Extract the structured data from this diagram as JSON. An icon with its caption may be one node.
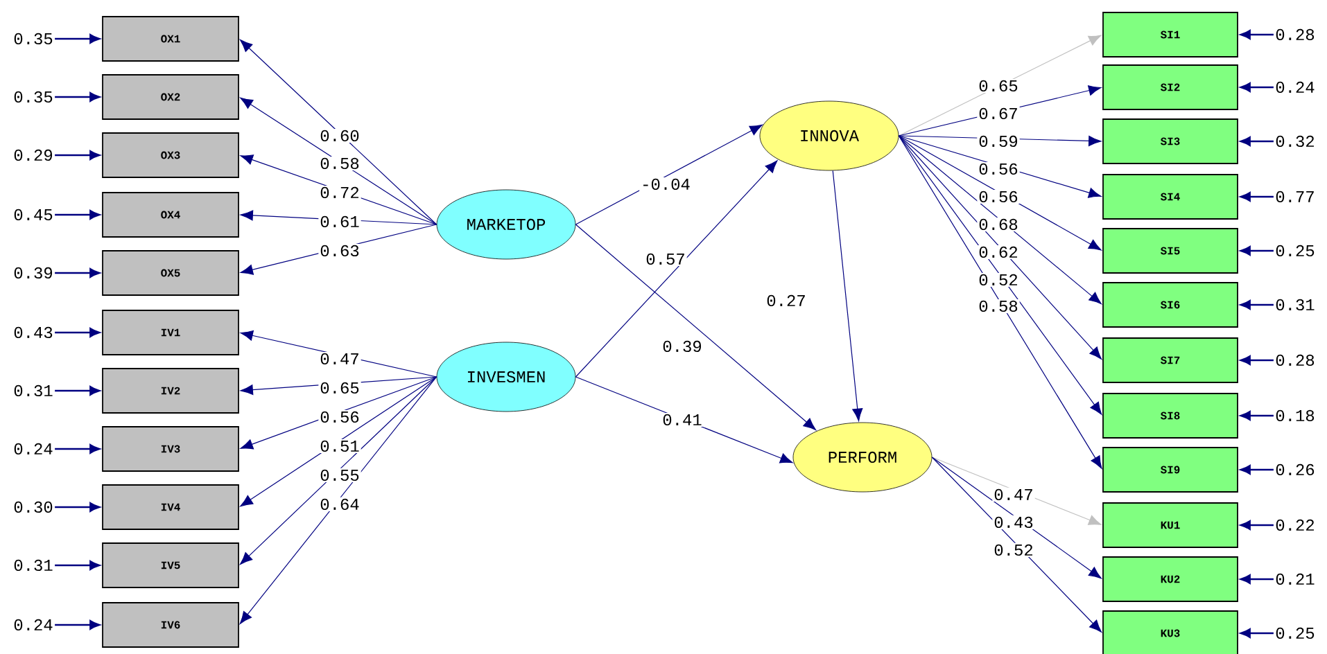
{
  "diagram": {
    "nodes": [
      {
        "text": [
          "OX1"
        ]
      },
      {
        "text": [
          "OX2"
        ]
      },
      {
        "text": [
          "OX3"
        ]
      },
      {
        "text": [
          "OX4"
        ]
      },
      {
        "text": [
          "OX5"
        ]
      },
      {
        "text": [
          "IV1"
        ]
      },
      {
        "text": [
          "IV2"
        ]
      },
      {
        "text": [
          "IV3"
        ]
      },
      {
        "text": [
          "IV4"
        ]
      },
      {
        "text": [
          "IV5"
        ]
      },
      {
        "text": [
          "IV6"
        ]
      },
      {
        "text": [
          "MARKETOP"
        ]
      },
      {
        "text": [
          "INVESMEN"
        ]
      },
      {
        "text": [
          "INNOVA"
        ]
      },
      {
        "text": [
          "PERFORM"
        ]
      },
      {
        "text": [
          "SI1"
        ]
      },
      {
        "text": [
          "SI2"
        ]
      },
      {
        "text": [
          "SI3"
        ]
      },
      {
        "text": [
          "SI4"
        ]
      },
      {
        "text": [
          "SI5"
        ]
      },
      {
        "text": [
          "SI6"
        ]
      },
      {
        "text": [
          "SI7"
        ]
      },
      {
        "text": [
          "SI8"
        ]
      },
      {
        "text": [
          "SI9"
        ]
      },
      {
        "text": [
          "KU1"
        ]
      },
      {
        "text": [
          "KU2"
        ]
      },
      {
        "text": [
          "KU3"
        ]
      },
      {
        "text": [
          "0.35"
        ]
      },
      {
        "text": [
          "0.35"
        ]
      },
      {
        "text": [
          "0.29"
        ]
      },
      {
        "text": [
          "0.45"
        ]
      },
      {
        "text": [
          "0.39"
        ]
      },
      {
        "text": [
          "0.43"
        ]
      },
      {
        "text": [
          "0.31"
        ]
      },
      {
        "text": [
          "0.24"
        ]
      },
      {
        "text": [
          "0.30"
        ]
      },
      {
        "text": [
          "0.31"
        ]
      },
      {
        "text": [
          "0.24"
        ]
      },
      {
        "text": [
          "0.28"
        ]
      },
      {
        "text": [
          "0.24"
        ]
      },
      {
        "text": [
          "0.32"
        ]
      },
      {
        "text": [
          "0.77"
        ]
      },
      {
        "text": [
          "0.25"
        ]
      },
      {
        "text": [
          "0.31"
        ]
      },
      {
        "text": [
          "0.28"
        ]
      },
      {
        "text": [
          "0.18"
        ]
      },
      {
        "text": [
          "0.26"
        ]
      },
      {
        "text": [
          "0.22"
        ]
      },
      {
        "text": [
          "0.21"
        ]
      },
      {
        "text": [
          "0.25"
        ]
      }
    ],
    "edges": [
      {
        "from": 11,
        "to": 0,
        "arrow": "to",
        "label": "0.60"
      },
      {
        "from": 11,
        "to": 1,
        "arrow": "to",
        "label": "0.58"
      },
      {
        "from": 11,
        "to": 2,
        "arrow": "to",
        "label": "0.72"
      },
      {
        "from": 11,
        "to": 3,
        "arrow": "to",
        "label": "0.61"
      },
      {
        "from": 11,
        "to": 4,
        "arrow": "to",
        "label": "0.63"
      },
      {
        "from": 12,
        "to": 5,
        "arrow": "to",
        "label": "0.47"
      },
      {
        "from": 12,
        "to": 6,
        "arrow": "to",
        "label": "0.65"
      },
      {
        "from": 12,
        "to": 7,
        "arrow": "to",
        "label": "0.56"
      },
      {
        "from": 12,
        "to": 8,
        "arrow": "to",
        "label": "0.51"
      },
      {
        "from": 12,
        "to": 9,
        "arrow": "to",
        "label": "0.55"
      },
      {
        "from": 12,
        "to": 10,
        "arrow": "to",
        "label": "0.64"
      },
      {
        "from": 11,
        "to": 13,
        "arrow": "to",
        "label": "-0.04"
      },
      {
        "from": 12,
        "to": 13,
        "arrow": "to",
        "label": "0.57"
      },
      {
        "from": 11,
        "to": 14,
        "arrow": "to",
        "label": "0.39"
      },
      {
        "from": 12,
        "to": 14,
        "arrow": "to",
        "label": "0.41"
      },
      {
        "from": 13,
        "to": 14,
        "arrow": "to",
        "label": "0.27"
      },
      {
        "from": 13,
        "to": 15,
        "arrow": "to",
        "label": "0.65",
        "color": "#c0c0c0"
      },
      {
        "from": 13,
        "to": 16,
        "arrow": "to",
        "label": "0.67"
      },
      {
        "from": 13,
        "to": 17,
        "arrow": "to",
        "label": "0.59"
      },
      {
        "from": 13,
        "to": 18,
        "arrow": "to",
        "label": "0.56"
      },
      {
        "from": 13,
        "to": 19,
        "arrow": "to",
        "label": "0.56"
      },
      {
        "from": 13,
        "to": 20,
        "arrow": "to",
        "label": "0.68"
      },
      {
        "from": 13,
        "to": 21,
        "arrow": "to",
        "label": "0.62"
      },
      {
        "from": 13,
        "to": 22,
        "arrow": "to",
        "label": "0.52"
      },
      {
        "from": 13,
        "to": 23,
        "arrow": "to",
        "label": "0.58"
      },
      {
        "from": 14,
        "to": 24,
        "arrow": "to",
        "label": "0.47",
        "color": "#c0c0c0"
      },
      {
        "from": 14,
        "to": 25,
        "arrow": "to",
        "label": "0.43"
      },
      {
        "from": 14,
        "to": 26,
        "arrow": "to",
        "label": "0.52"
      },
      {
        "from": 27,
        "to": 0,
        "arrow": "to"
      },
      {
        "from": 28,
        "to": 1,
        "arrow": "to"
      },
      {
        "from": 29,
        "to": 2,
        "arrow": "to"
      },
      {
        "from": 30,
        "to": 3,
        "arrow": "to"
      },
      {
        "from": 31,
        "to": 4,
        "arrow": "to"
      },
      {
        "from": 32,
        "to": 5,
        "arrow": "to"
      },
      {
        "from": 33,
        "to": 6,
        "arrow": "to"
      },
      {
        "from": 34,
        "to": 7,
        "arrow": "to"
      },
      {
        "from": 35,
        "to": 8,
        "arrow": "to"
      },
      {
        "from": 36,
        "to": 9,
        "arrow": "to"
      },
      {
        "from": 37,
        "to": 10,
        "arrow": "to"
      },
      {
        "from": 38,
        "to": 15,
        "arrow": "to"
      },
      {
        "from": 39,
        "to": 16,
        "arrow": "to"
      },
      {
        "from": 40,
        "to": 17,
        "arrow": "to"
      },
      {
        "from": 41,
        "to": 18,
        "arrow": "to"
      },
      {
        "from": 42,
        "to": 19,
        "arrow": "to"
      },
      {
        "from": 43,
        "to": 20,
        "arrow": "to"
      },
      {
        "from": 44,
        "to": 21,
        "arrow": "to"
      },
      {
        "from": 45,
        "to": 22,
        "arrow": "to"
      },
      {
        "from": 46,
        "to": 23,
        "arrow": "to"
      },
      {
        "from": 47,
        "to": 24,
        "arrow": "to"
      },
      {
        "from": 48,
        "to": 25,
        "arrow": "to"
      },
      {
        "from": 49,
        "to": 26,
        "arrow": "to"
      }
    ]
  }
}
